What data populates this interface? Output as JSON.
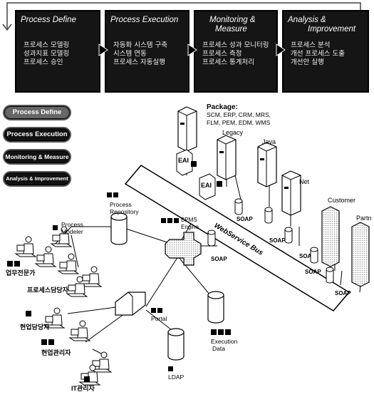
{
  "phases": [
    {
      "title": [
        "Process Define"
      ],
      "items": [
        "프로세스 모델링",
        "성과지표 모델링",
        "프로세스 승인"
      ]
    },
    {
      "title": [
        "Process Execution"
      ],
      "items": [
        "자동화 시스템 구축",
        "시스템 연동",
        "프로세스 자동실행"
      ]
    },
    {
      "title": [
        "Monitoring &",
        "Measure"
      ],
      "items": [
        "프로세스 성과 모니터링",
        "프로세스 측정",
        "프로세스 통계처리"
      ]
    },
    {
      "title": [
        "Analysis &",
        "Improvement"
      ],
      "items": [
        "프로세스 분석",
        "개선 프로세스 도출",
        "개선안 실행"
      ]
    }
  ],
  "side_nav": [
    {
      "label": "Process Define",
      "selected": true
    },
    {
      "label": "Process Execution",
      "selected": false
    },
    {
      "label": "Monitoring & Measure",
      "selected": false
    },
    {
      "label": "Analysis & Improvement",
      "selected": false
    }
  ],
  "diagram": {
    "package_label": [
      "Package:",
      "SCM, ERP, CRM, MRS,",
      "FLM, PEM, EDM, WMS"
    ],
    "legacy": "Legacy",
    "eai": "EAI",
    "java": "Java",
    "net": "Net",
    "customer": "Customer",
    "partner": "Partn",
    "bus": "WebService Bus",
    "soap": "SOAP",
    "process_repository": [
      "Process",
      "Repository"
    ],
    "process_modeler": [
      "Process",
      "Modeler"
    ],
    "bpms_engine": [
      "BPMS",
      "Engine"
    ],
    "portal": "Portal",
    "execution_data": [
      "Execution",
      "Data"
    ],
    "ldap": "LDAP",
    "user_expert": "업무전문가",
    "user_process": "프로세스담당자",
    "user_work": "현업담당자",
    "user_manager": "현업관리자",
    "user_it": "IT관리자"
  }
}
